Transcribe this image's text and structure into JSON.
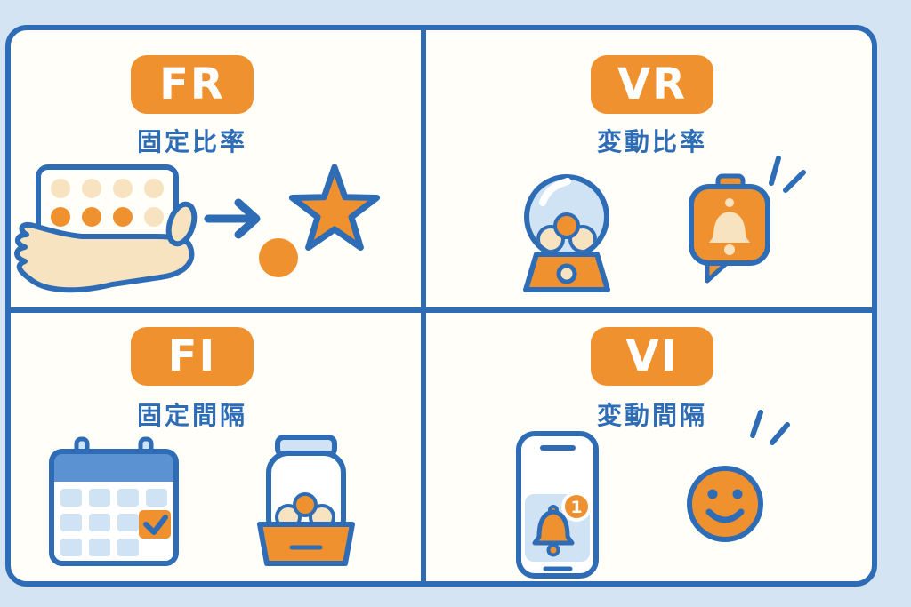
{
  "diagram": {
    "type": "reinforcement-schedule-2x2-grid",
    "panels": [
      {
        "id": "fr",
        "abbr": "FR",
        "label": "固定比率",
        "icons": [
          "hand-punch-card-icon",
          "arrow-right-icon",
          "coin-icon",
          "star-icon"
        ]
      },
      {
        "id": "vr",
        "abbr": "VR",
        "label": "変動比率",
        "icons": [
          "gumball-machine-icon",
          "bell-notification-icon",
          "sound-lines-icon"
        ]
      },
      {
        "id": "fi",
        "abbr": "FI",
        "label": "固定間隔",
        "icons": [
          "calendar-check-icon",
          "jar-of-balls-icon"
        ]
      },
      {
        "id": "vi",
        "abbr": "VI",
        "label": "変動間隔",
        "notification_count": "1",
        "icons": [
          "phone-bell-notification-icon",
          "smiley-face-icon",
          "sound-lines-icon"
        ]
      }
    ],
    "colors": {
      "background": "#d5e4f3",
      "panel": "#fffef9",
      "outline_blue": "#2e6db6",
      "accent_orange": "#f0912f",
      "cream": "#f8e3c1",
      "light_blue": "#cfe3f5",
      "calendar_header": "#5b93d2",
      "badge_text": "#ffffff"
    }
  }
}
